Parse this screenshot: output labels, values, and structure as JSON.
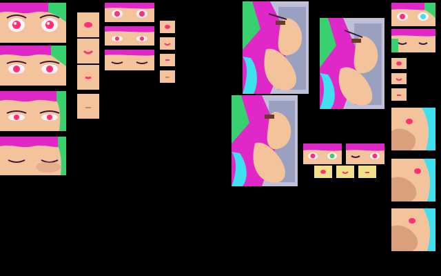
{
  "sheet": {
    "background": "#000000",
    "description_colors": {
      "skin": "#f3c39b",
      "skin_shadow": "#c9896b",
      "hair_magenta": "#e028c8",
      "hair_green": "#39d16f",
      "hair_cyan": "#3fe0f0",
      "eye_red": "#ff2f77",
      "eye_light": "#fff1f5",
      "panel_gray": "#bfc0d8",
      "yellow_skin": "#f2e08a"
    },
    "groups": {
      "large_eyes_count": 4,
      "small_mouths_count": 4,
      "mini_eyes_count": 3,
      "mini_mouths_count": 4,
      "cg_panels_count": 3,
      "yellow_eyes_count": 2,
      "yellow_mouths_count": 3,
      "right_column_eyes_count": 2,
      "right_column_mouths_count": 3,
      "closeups_count": 3
    }
  }
}
